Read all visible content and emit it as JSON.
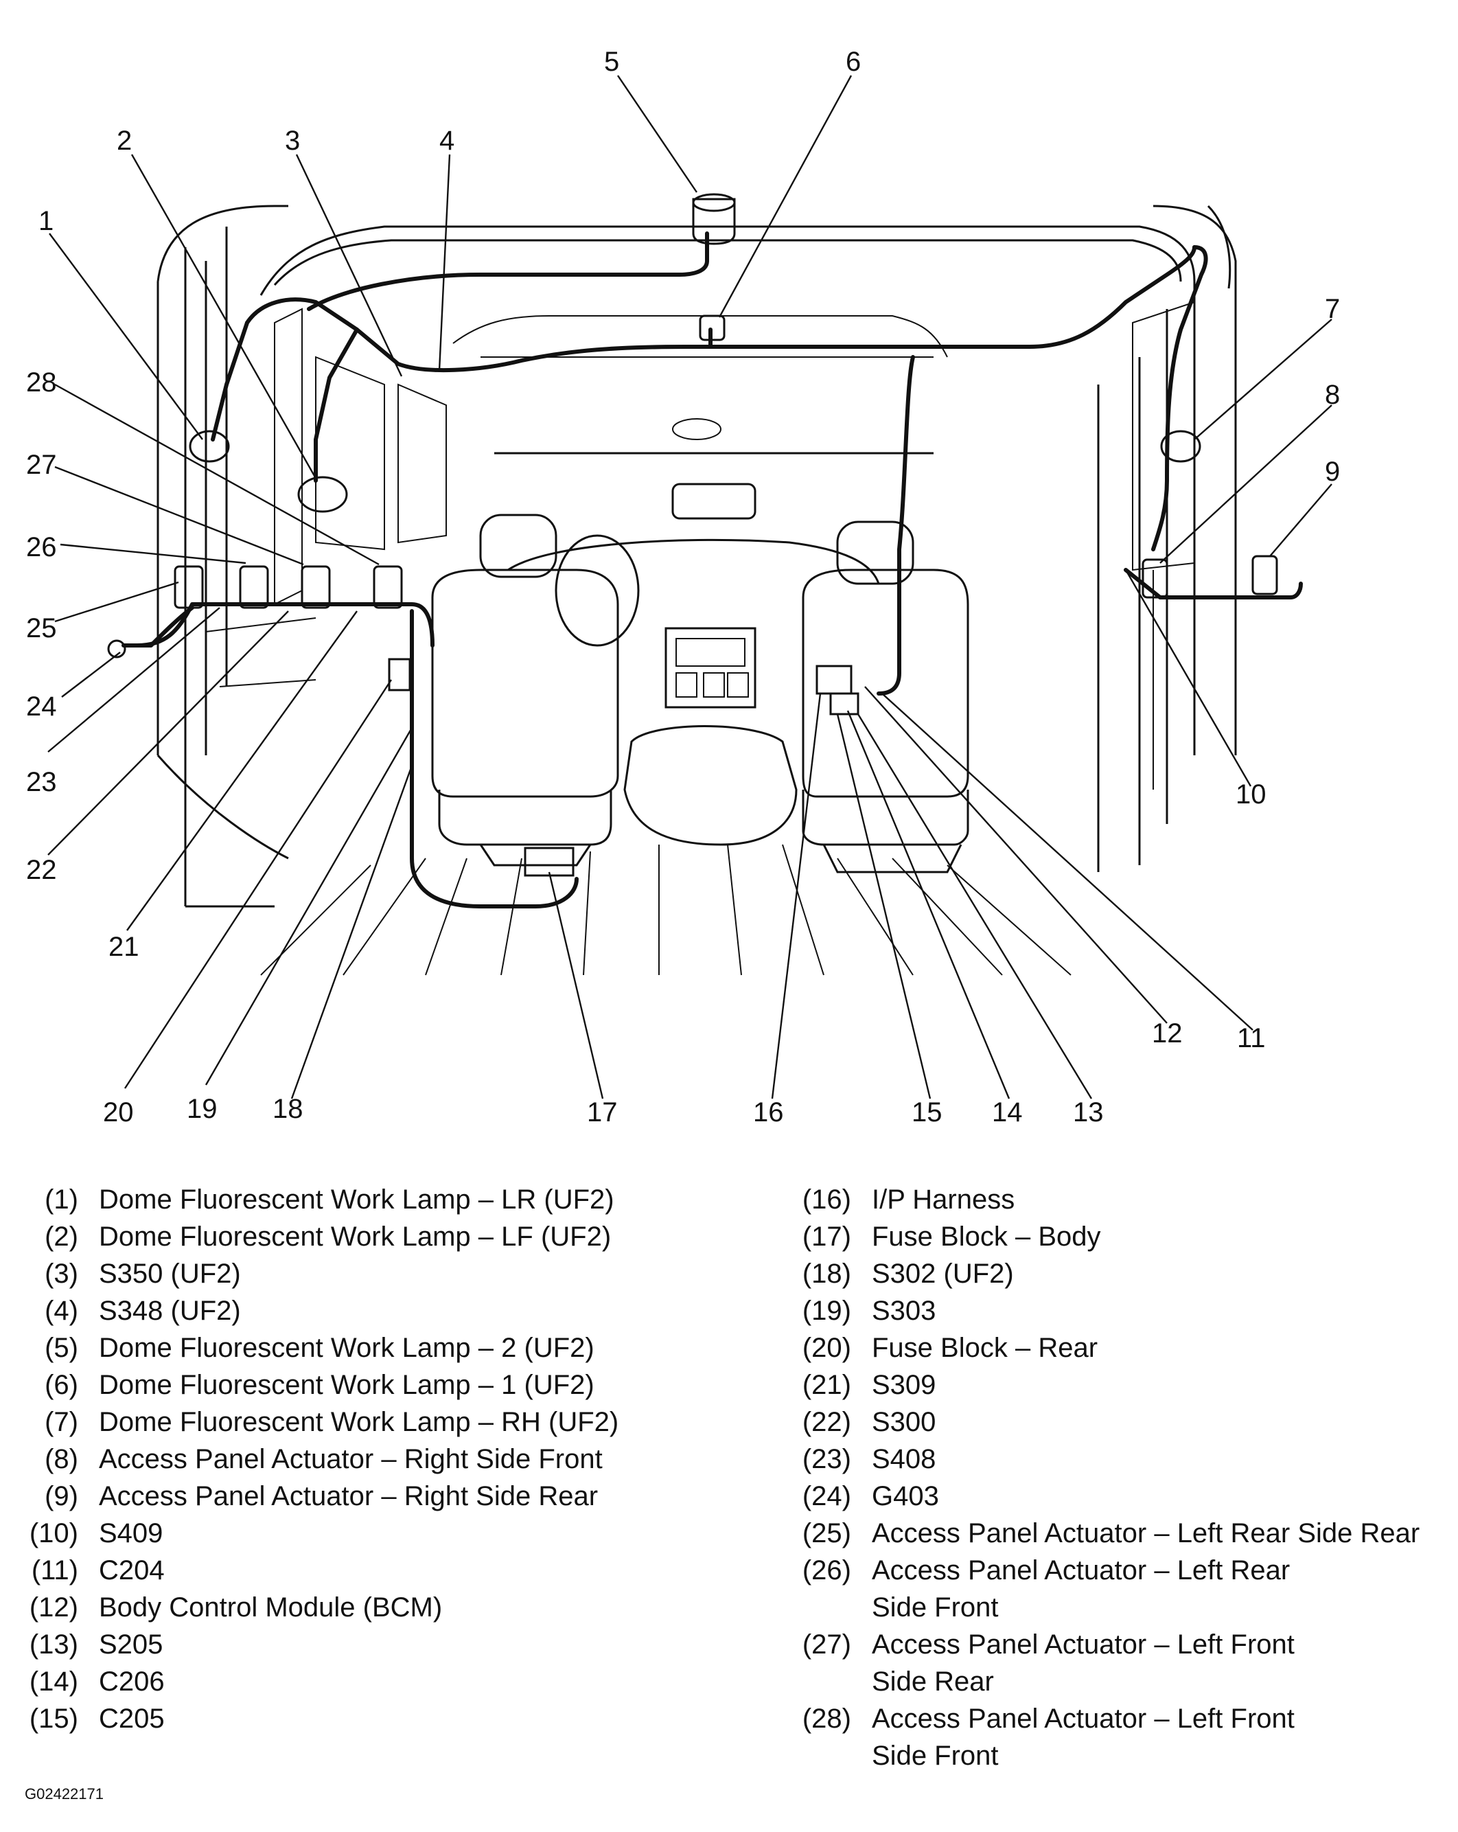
{
  "callouts": [
    "1",
    "2",
    "3",
    "4",
    "5",
    "6",
    "7",
    "8",
    "9",
    "10",
    "11",
    "12",
    "13",
    "14",
    "15",
    "16",
    "17",
    "18",
    "19",
    "20",
    "21",
    "22",
    "23",
    "24",
    "25",
    "26",
    "27",
    "28"
  ],
  "legend_left": [
    {
      "num": "(1)",
      "label": "Dome Fluorescent Work Lamp – LR (UF2)"
    },
    {
      "num": "(2)",
      "label": "Dome Fluorescent Work Lamp – LF (UF2)"
    },
    {
      "num": "(3)",
      "label": "S350 (UF2)"
    },
    {
      "num": "(4)",
      "label": "S348 (UF2)"
    },
    {
      "num": "(5)",
      "label": "Dome Fluorescent Work Lamp – 2 (UF2)"
    },
    {
      "num": "(6)",
      "label": "Dome Fluorescent Work Lamp – 1 (UF2)"
    },
    {
      "num": "(7)",
      "label": "Dome Fluorescent Work Lamp – RH (UF2)"
    },
    {
      "num": "(8)",
      "label": "Access Panel Actuator – Right Side Front"
    },
    {
      "num": "(9)",
      "label": "Access Panel Actuator – Right Side Rear"
    },
    {
      "num": "(10)",
      "label": "S409"
    },
    {
      "num": "(11)",
      "label": "C204"
    },
    {
      "num": "(12)",
      "label": "Body Control Module (BCM)"
    },
    {
      "num": "(13)",
      "label": "S205"
    },
    {
      "num": "(14)",
      "label": "C206"
    },
    {
      "num": "(15)",
      "label": "C205"
    }
  ],
  "legend_right": [
    {
      "num": "(16)",
      "label": "I/P Harness"
    },
    {
      "num": "(17)",
      "label": "Fuse Block – Body"
    },
    {
      "num": "(18)",
      "label": "S302 (UF2)"
    },
    {
      "num": "(19)",
      "label": "S303"
    },
    {
      "num": "(20)",
      "label": "Fuse Block – Rear"
    },
    {
      "num": "(21)",
      "label": "S309"
    },
    {
      "num": "(22)",
      "label": "S300"
    },
    {
      "num": "(23)",
      "label": "S408"
    },
    {
      "num": "(24)",
      "label": "G403"
    },
    {
      "num": "(25)",
      "label": "Access Panel Actuator – Left Rear Side Rear"
    },
    {
      "num": "(26)",
      "label": "Access Panel Actuator – Left Rear\nSide Front"
    },
    {
      "num": "(27)",
      "label": "Access Panel Actuator – Left Front\nSide Rear"
    },
    {
      "num": "(28)",
      "label": "Access Panel Actuator – Left Front\nSide Front"
    }
  ],
  "figure_id": "G02422171"
}
